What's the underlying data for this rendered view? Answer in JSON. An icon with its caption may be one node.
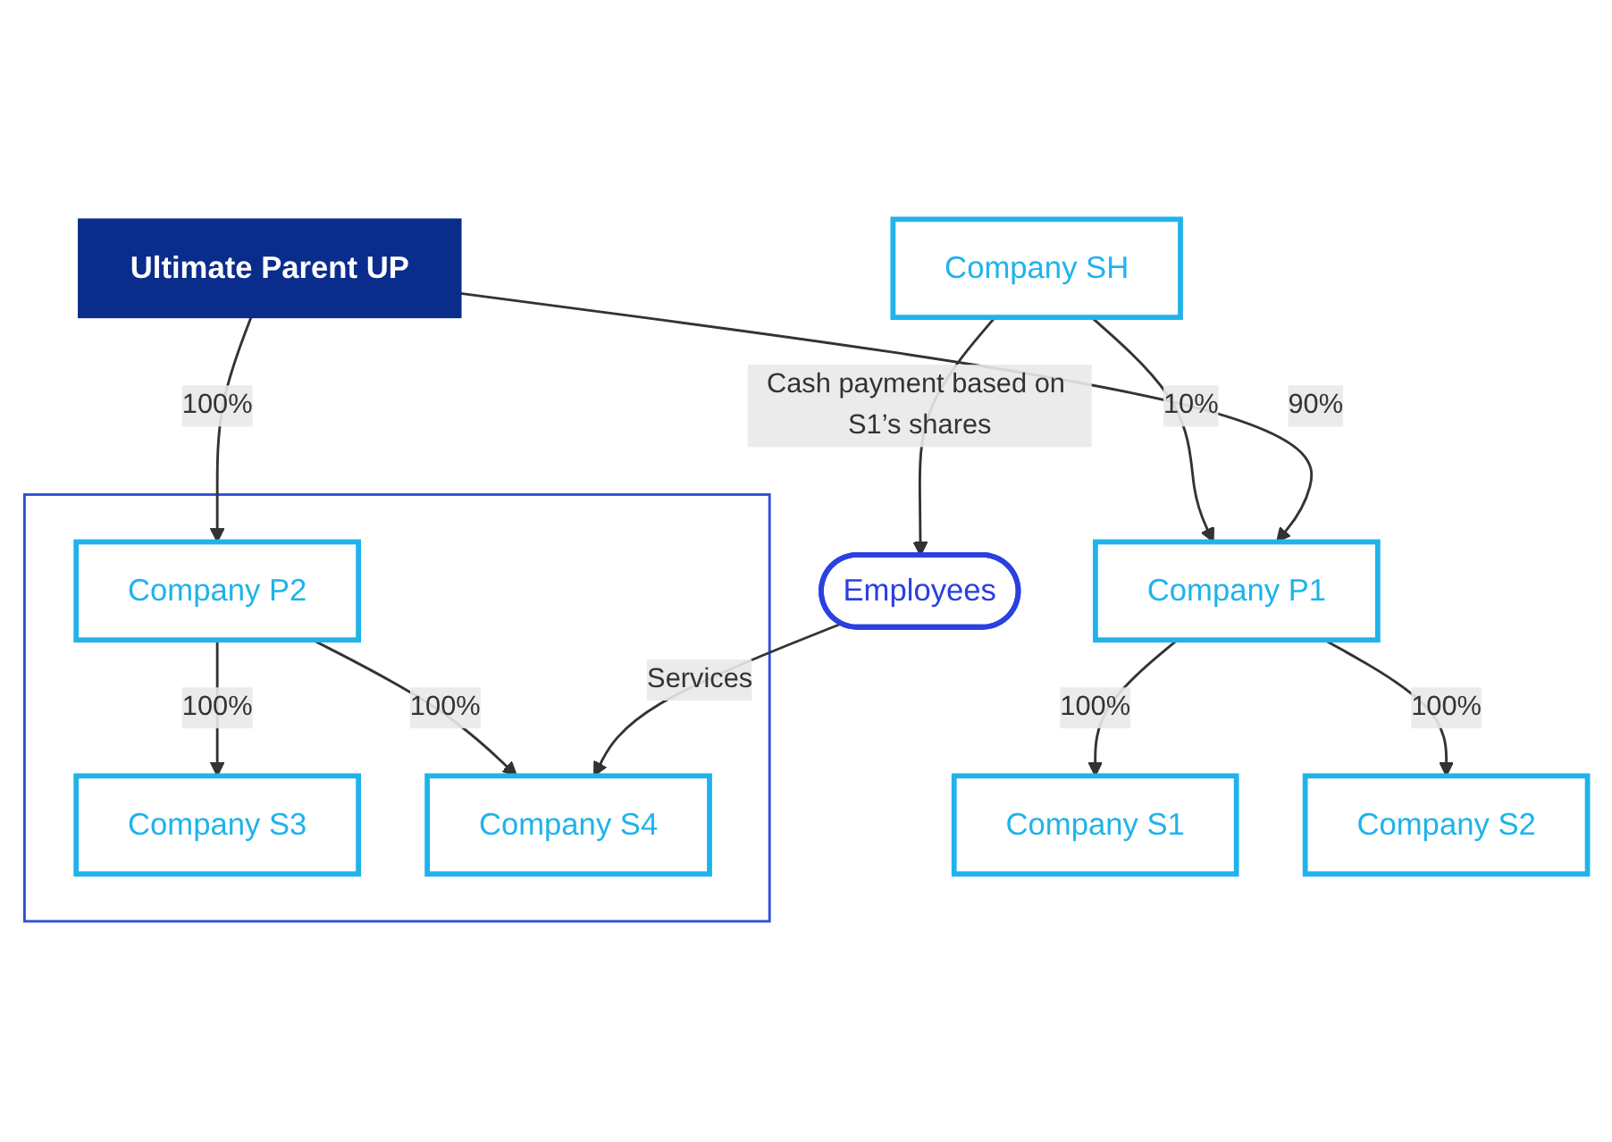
{
  "diagram": {
    "nodes": [
      {
        "text": [
          "Company SH"
        ]
      },
      {
        "text": [
          "Ultimate Parent UP"
        ]
      },
      {
        "text": [
          "Company P1"
        ]
      },
      {
        "text": [],
        "shape": "box"
      },
      {
        "text": [
          "Company P2"
        ],
        "in": 3
      },
      {
        "text": [
          "Company S1"
        ]
      },
      {
        "text": [
          "Company S2"
        ]
      },
      {
        "text": [
          "Company S3"
        ],
        "in": 3
      },
      {
        "text": [
          "Company S4"
        ],
        "in": 3
      },
      {
        "text": [
          "Employees"
        ]
      }
    ],
    "edges": [
      {
        "from": 0,
        "to": 2,
        "arrow": "to",
        "label": "10%"
      },
      {
        "from": 1,
        "to": 2,
        "arrow": "to",
        "label": "90%"
      },
      {
        "from": 1,
        "to": 4,
        "arrow": "to",
        "label": "100%"
      },
      {
        "from": 2,
        "to": 5,
        "arrow": "to",
        "label": "100%"
      },
      {
        "from": 2,
        "to": 6,
        "arrow": "to",
        "label": "100%"
      },
      {
        "from": 4,
        "to": 7,
        "arrow": "to",
        "label": "100%"
      },
      {
        "from": 4,
        "to": 8,
        "arrow": "to",
        "label": "100%"
      },
      {
        "from": 0,
        "to": 9,
        "arrow": "to",
        "label": "Cash payment based on S1’s shares"
      },
      {
        "from": 9,
        "to": 8,
        "arrow": "to",
        "label": "Services"
      }
    ]
  }
}
